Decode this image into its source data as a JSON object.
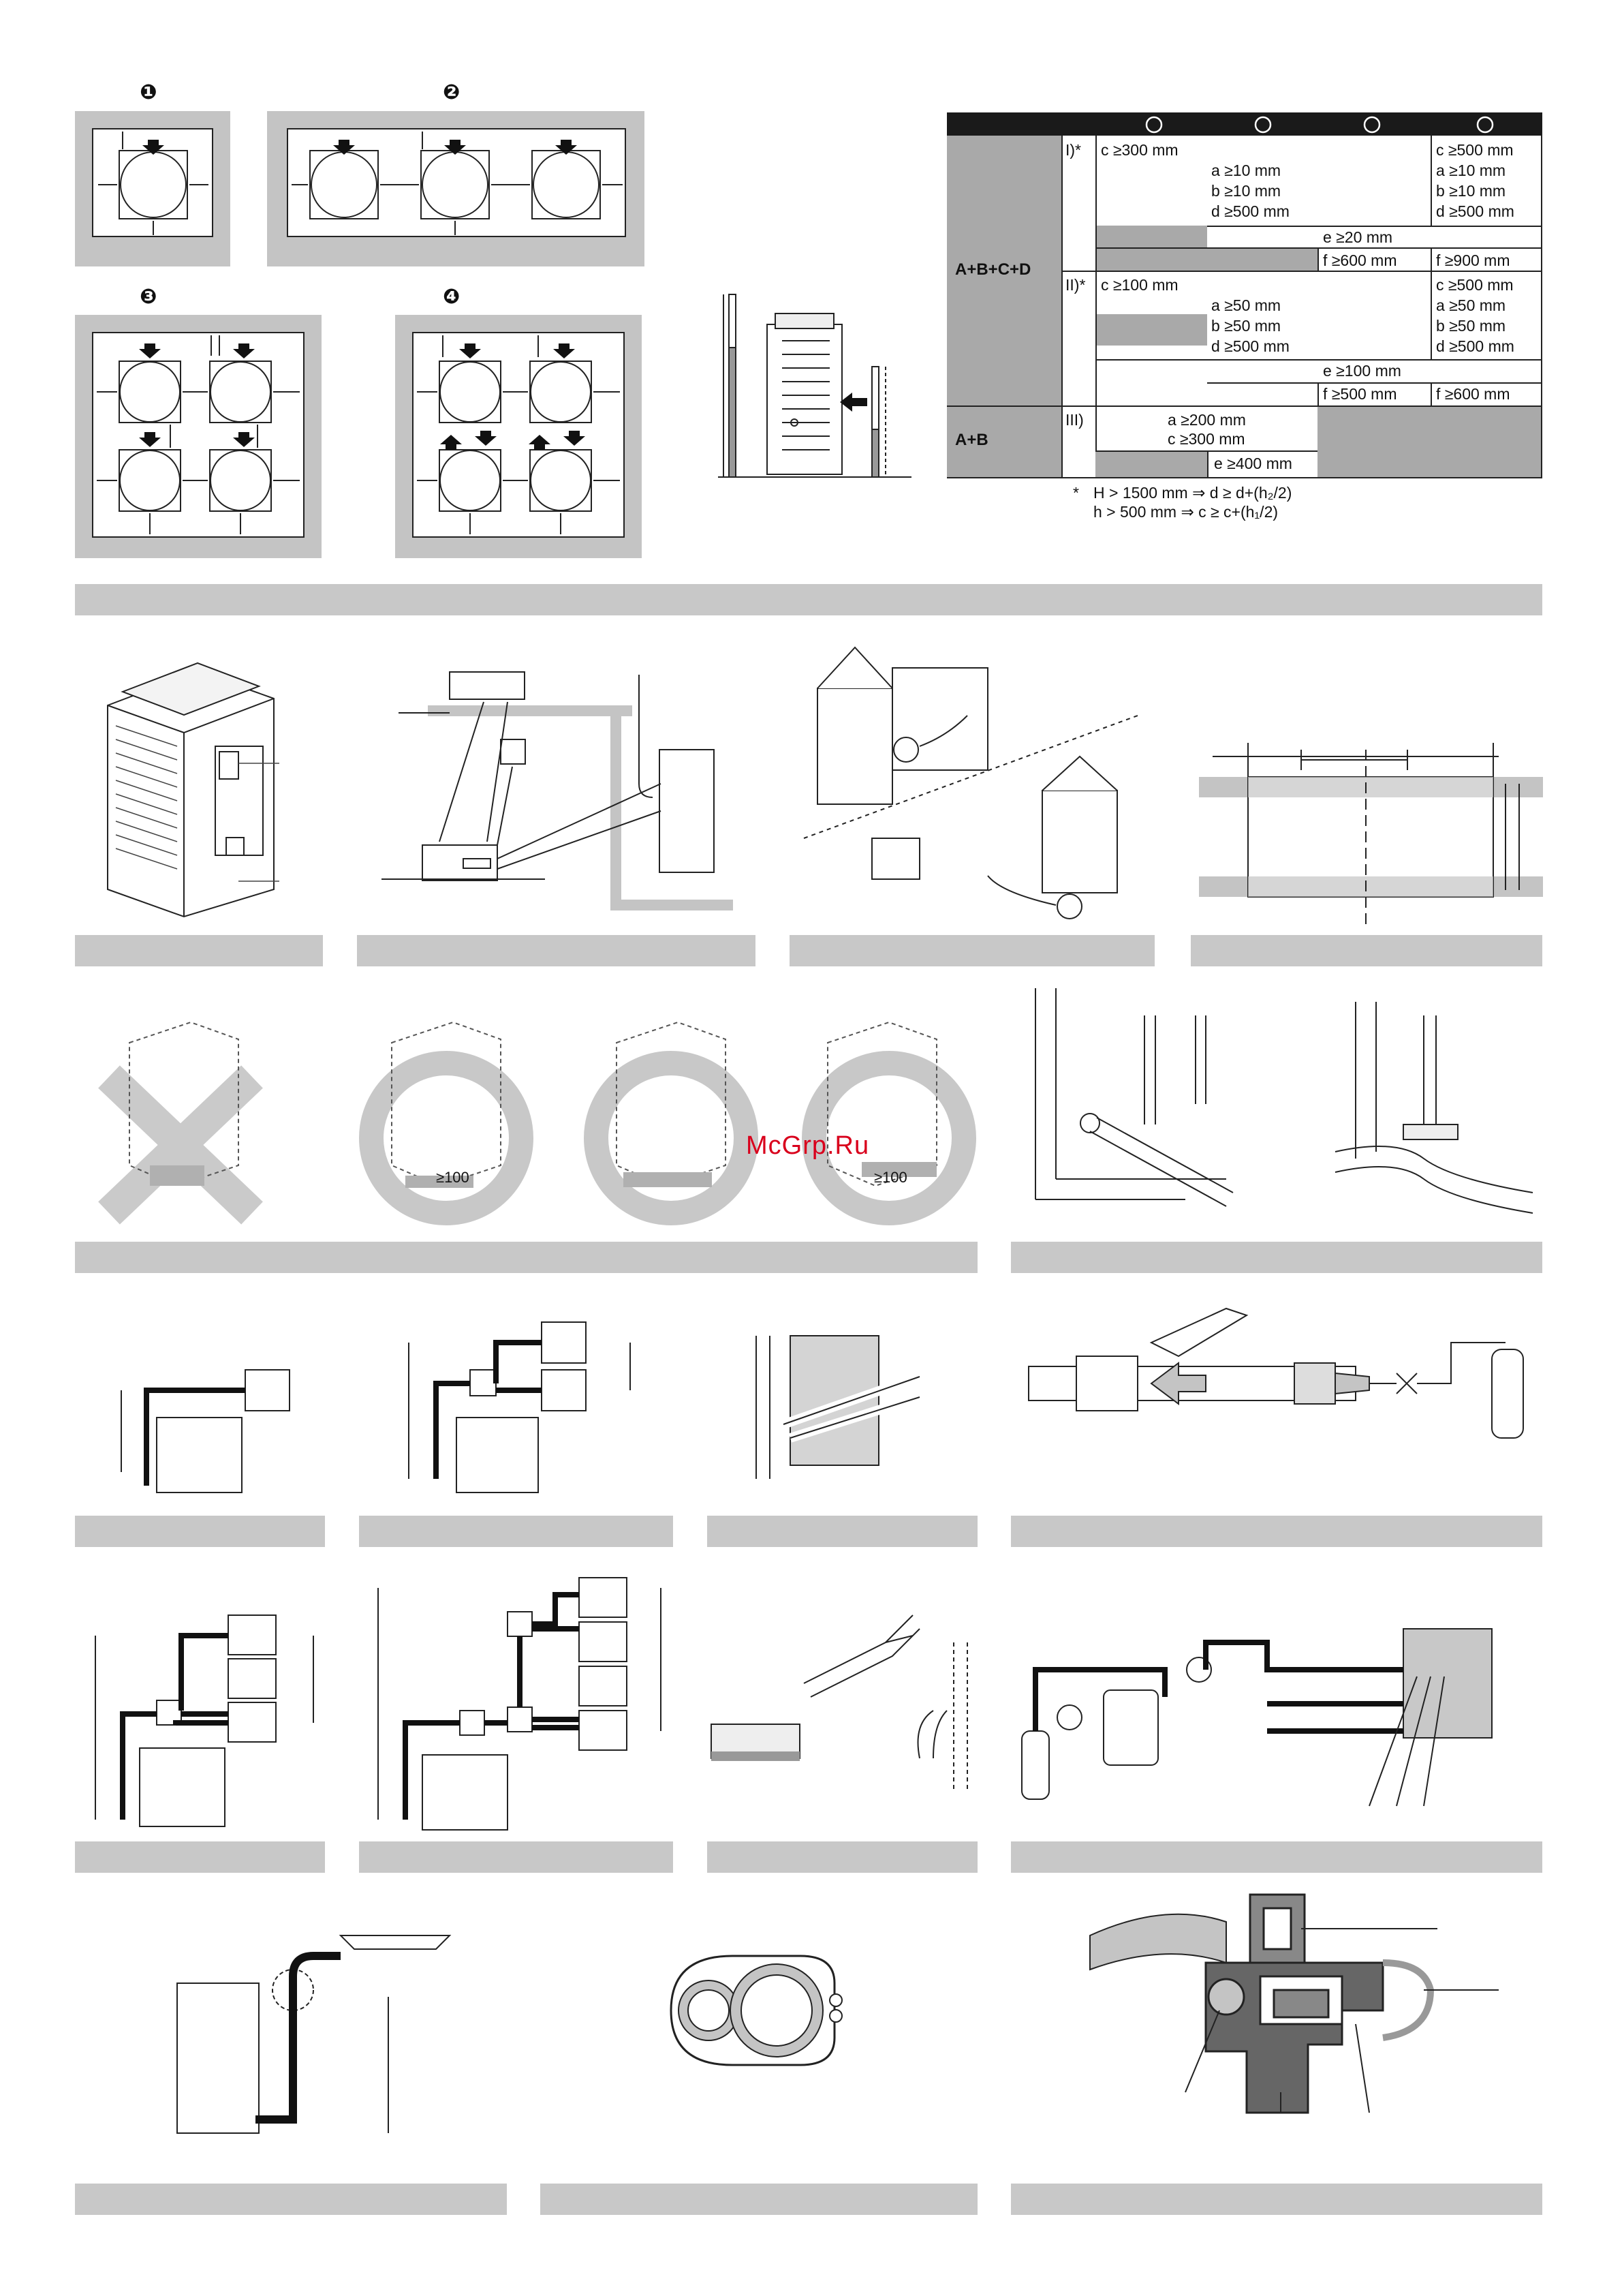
{
  "layouts": [
    {
      "number": "❶"
    },
    {
      "number": "❷"
    },
    {
      "number": "❸"
    },
    {
      "number": "❹"
    }
  ],
  "table": {
    "row_groups": [
      {
        "label": "A+B+C+D",
        "cases": [
          {
            "case": "I)*",
            "col1": [
              "c ≥300 mm"
            ],
            "col2": [
              "a ≥10 mm",
              "b ≥10 mm",
              "d ≥500 mm"
            ],
            "col4": [
              "c ≥500 mm",
              "a ≥10 mm",
              "b ≥10 mm",
              "d ≥500 mm"
            ],
            "e_row": "e ≥20 mm",
            "f_row": [
              "f ≥600 mm",
              "f ≥900 mm"
            ]
          },
          {
            "case": "II)*",
            "col1": [
              "c ≥100 mm"
            ],
            "col2": [
              "a ≥50 mm",
              "b ≥50 mm",
              "d ≥500 mm"
            ],
            "col4": [
              "c ≥500 mm",
              "a ≥50 mm",
              "b ≥50 mm",
              "d ≥500 mm"
            ],
            "e_row": "e ≥100 mm",
            "f_row": [
              "f ≥500 mm",
              "f ≥600 mm"
            ]
          }
        ]
      },
      {
        "label": "A+B",
        "cases": [
          {
            "case": "III)",
            "col1": [
              "a ≥200 mm",
              "c ≥300 mm"
            ],
            "e_row": "e ≥400 mm"
          }
        ]
      }
    ],
    "footnote": {
      "marker": "*",
      "line1": "H > 1500 mm ⇒ d ≥ d+(h₂/2)",
      "line2": "h > 500 mm ⇒ c ≥ c+(h₁/2)"
    }
  },
  "installation_labels": {
    "clearance_right": "≥100",
    "clearance_left": "≥100"
  },
  "watermark": "McGrp.Ru",
  "colors": {
    "section_bar": "#c8c8c8",
    "table_shade": "#a9a9a9",
    "table_header": "#1a1a1a",
    "base_grey": "#c4c4c4",
    "watermark_red": "#d9001c"
  }
}
